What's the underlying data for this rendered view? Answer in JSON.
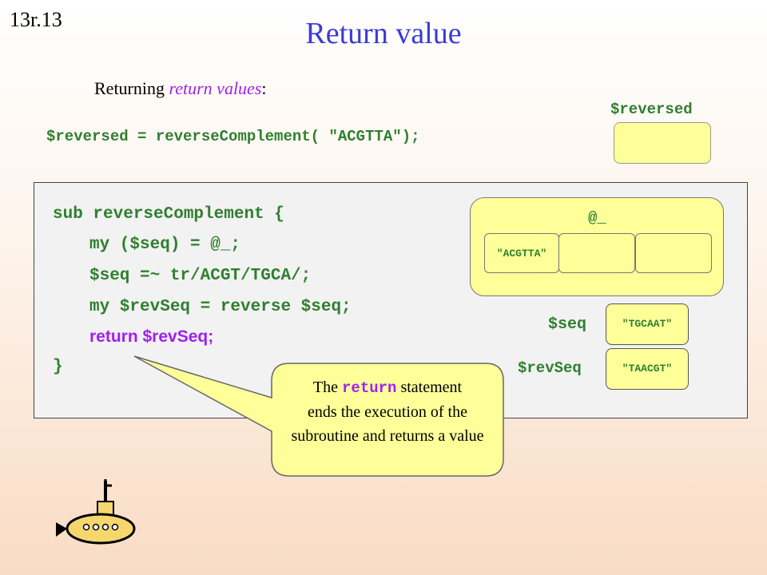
{
  "slide_number": "13r.13",
  "title": "Return value",
  "subtitle": {
    "prefix": "Returning ",
    "emphasis": "return values",
    "suffix": ":"
  },
  "call_statement": {
    "lhs": "$reversed = ",
    "func": "reverseComplement( ",
    "arg": "\"ACGTTA\"",
    "end": ");"
  },
  "reversed_var": {
    "label": "$reversed",
    "value": ""
  },
  "code_lines": [
    "sub reverseComplement {",
    "my ($seq) = @_;",
    "$seq =~ tr/ACGT/TGCA/;",
    "my $revSeq = reverse $seq;",
    "return $revSeq;",
    "}"
  ],
  "args_array": {
    "label": "@_",
    "cells": [
      "\"ACGTTA\"",
      "",
      ""
    ]
  },
  "seq_var": {
    "label": "$seq",
    "value": "\"TGCAAT\""
  },
  "revseq_var": {
    "label": "$revSeq",
    "value": "\"TAACGT\""
  },
  "callout": {
    "prefix": "The ",
    "keyword": "return",
    "line1_suffix": " statement",
    "rest": "ends the execution of the subroutine and returns a value"
  },
  "colors": {
    "title": "#3b3bd6",
    "code": "#2f7f2f",
    "emphasis": "#a020f0",
    "box_fill": "#ffff99",
    "submarine_fill": "#f5d76e"
  },
  "icons": [
    "submarine-icon"
  ]
}
